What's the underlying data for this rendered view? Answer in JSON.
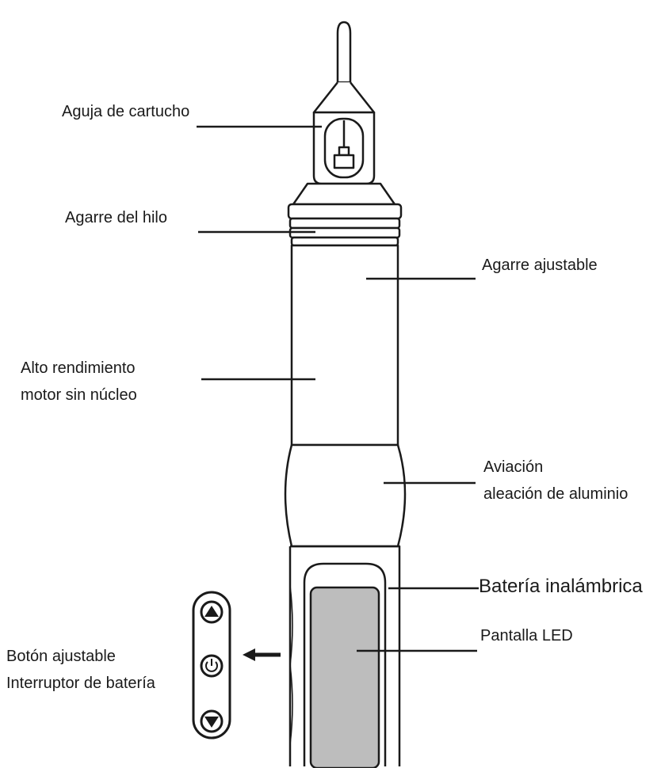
{
  "labels": {
    "cartridge_needle": "Aguja de cartucho",
    "thread_grip": "Agarre del hilo",
    "adjustable_grip": "Agarre ajustable",
    "motor_line1": "Alto rendimiento",
    "motor_line2": "motor sin núcleo",
    "aviation_line1": "Aviación",
    "aviation_line2": "aleación de aluminio",
    "wireless_battery": "Batería inalámbrica",
    "button_line1": "Botón ajustable",
    "button_line2": "Interruptor de batería",
    "led_screen": "Pantalla LED"
  },
  "icons": [
    "arrow-up-icon",
    "power-icon",
    "arrow-down-icon",
    "arrow-left-icon"
  ],
  "colors": {
    "outline": "#1a1a1a",
    "screen_fill": "#bdbdbd",
    "brush_stroke": "#8a7f86"
  }
}
